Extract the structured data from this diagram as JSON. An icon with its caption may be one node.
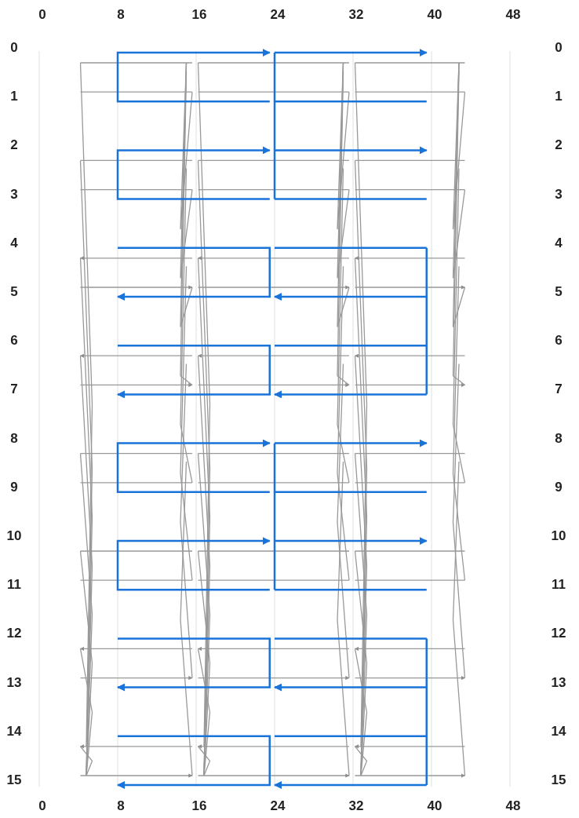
{
  "diagram": {
    "labels": [
      "0",
      "8",
      "16",
      "24",
      "32",
      "40",
      "48",
      "0",
      "0",
      "1",
      "1",
      "2",
      "2",
      "3",
      "3",
      "4",
      "4",
      "5",
      "5",
      "6",
      "6",
      "7",
      "7",
      "8",
      "8",
      "9",
      "9",
      "10",
      "10",
      "11",
      "11",
      "12",
      "12",
      "13",
      "13",
      "14",
      "14",
      "15",
      "15",
      "0",
      "8",
      "16",
      "24",
      "32",
      "40",
      "48"
    ]
  }
}
